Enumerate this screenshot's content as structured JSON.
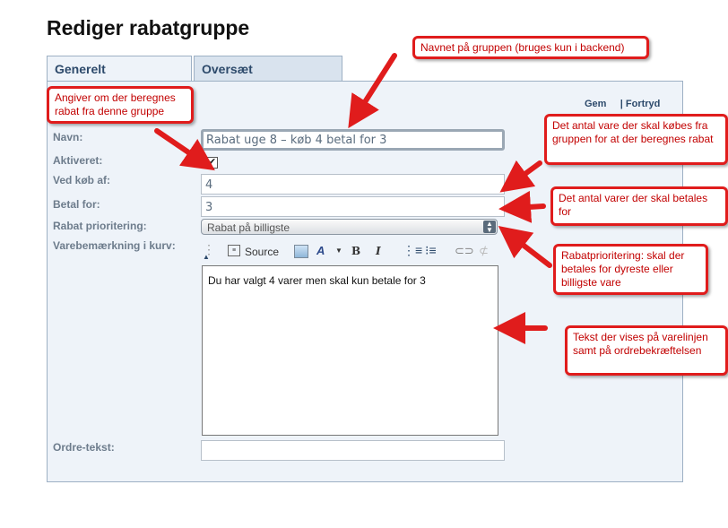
{
  "page": {
    "title": "Rediger rabatgruppe"
  },
  "tabs": [
    {
      "label": "Generelt",
      "active": true
    },
    {
      "label": "Oversæt",
      "active": false
    }
  ],
  "actions": {
    "save": "Gem",
    "separator": "|",
    "cancel": "Fortryd"
  },
  "form": {
    "name": {
      "label": "Navn:",
      "value": "Rabat uge 8 – køb 4 betal for 3"
    },
    "active": {
      "label": "Aktiveret:",
      "checked": true,
      "mark": "✔"
    },
    "buy_count": {
      "label": "Ved køb af:",
      "value": "4"
    },
    "pay_for": {
      "label": "Betal for:",
      "value": "3"
    },
    "priority": {
      "label": "Rabat prioritering:",
      "value": "Rabat på billigste"
    },
    "cart_note": {
      "label": "Varebemærkning i kurv:",
      "value": "Du har valgt 4 varer men skal kun betale for 3"
    },
    "order_text": {
      "label": "Ordre-tekst:",
      "value": ""
    }
  },
  "toolbar": {
    "source_label": "Source",
    "bold": "B",
    "italic": "I"
  },
  "annotations": {
    "group_name": "Navnet på gruppen (bruges kun i backend)",
    "active": "Angiver om der beregnes rabat fra denne gruppe",
    "buy_count": "Det antal vare der skal købes fra gruppen for at der beregnes rabat",
    "pay_for": "Det antal varer der skal betales for",
    "priority": "Rabatprioritering: skal der betales for dyreste eller billigste vare",
    "cart_text": "Tekst der vises på varelinjen samt på ordrebekræftelsen"
  },
  "colors": {
    "annotation": "#e01c1c",
    "panel": "#eef3f9",
    "tab_text": "#2d4a6b"
  }
}
